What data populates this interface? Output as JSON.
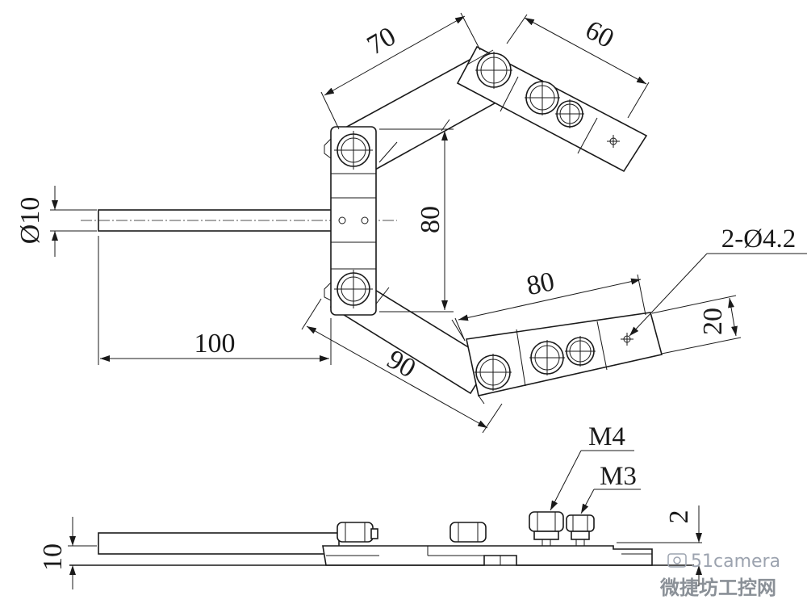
{
  "dimensions": {
    "d_link_top": "70",
    "d_link_top_right": "60",
    "d_height": "80",
    "d_diameter": "Ø10",
    "d_holes": "2-Ø4.2",
    "d_link_bottom_right": "80",
    "d_width": "20",
    "d_rod": "100",
    "d_link_bottom": "90",
    "d_thickness": "10",
    "d_step": "2"
  },
  "threads": {
    "large": "M4",
    "small": "M3"
  },
  "watermark": {
    "site": "51camera",
    "brand": "微捷坊工控网"
  },
  "colors": {
    "line": "#1a1a1a",
    "background": "#ffffff",
    "watermark": "#9ca3af"
  }
}
